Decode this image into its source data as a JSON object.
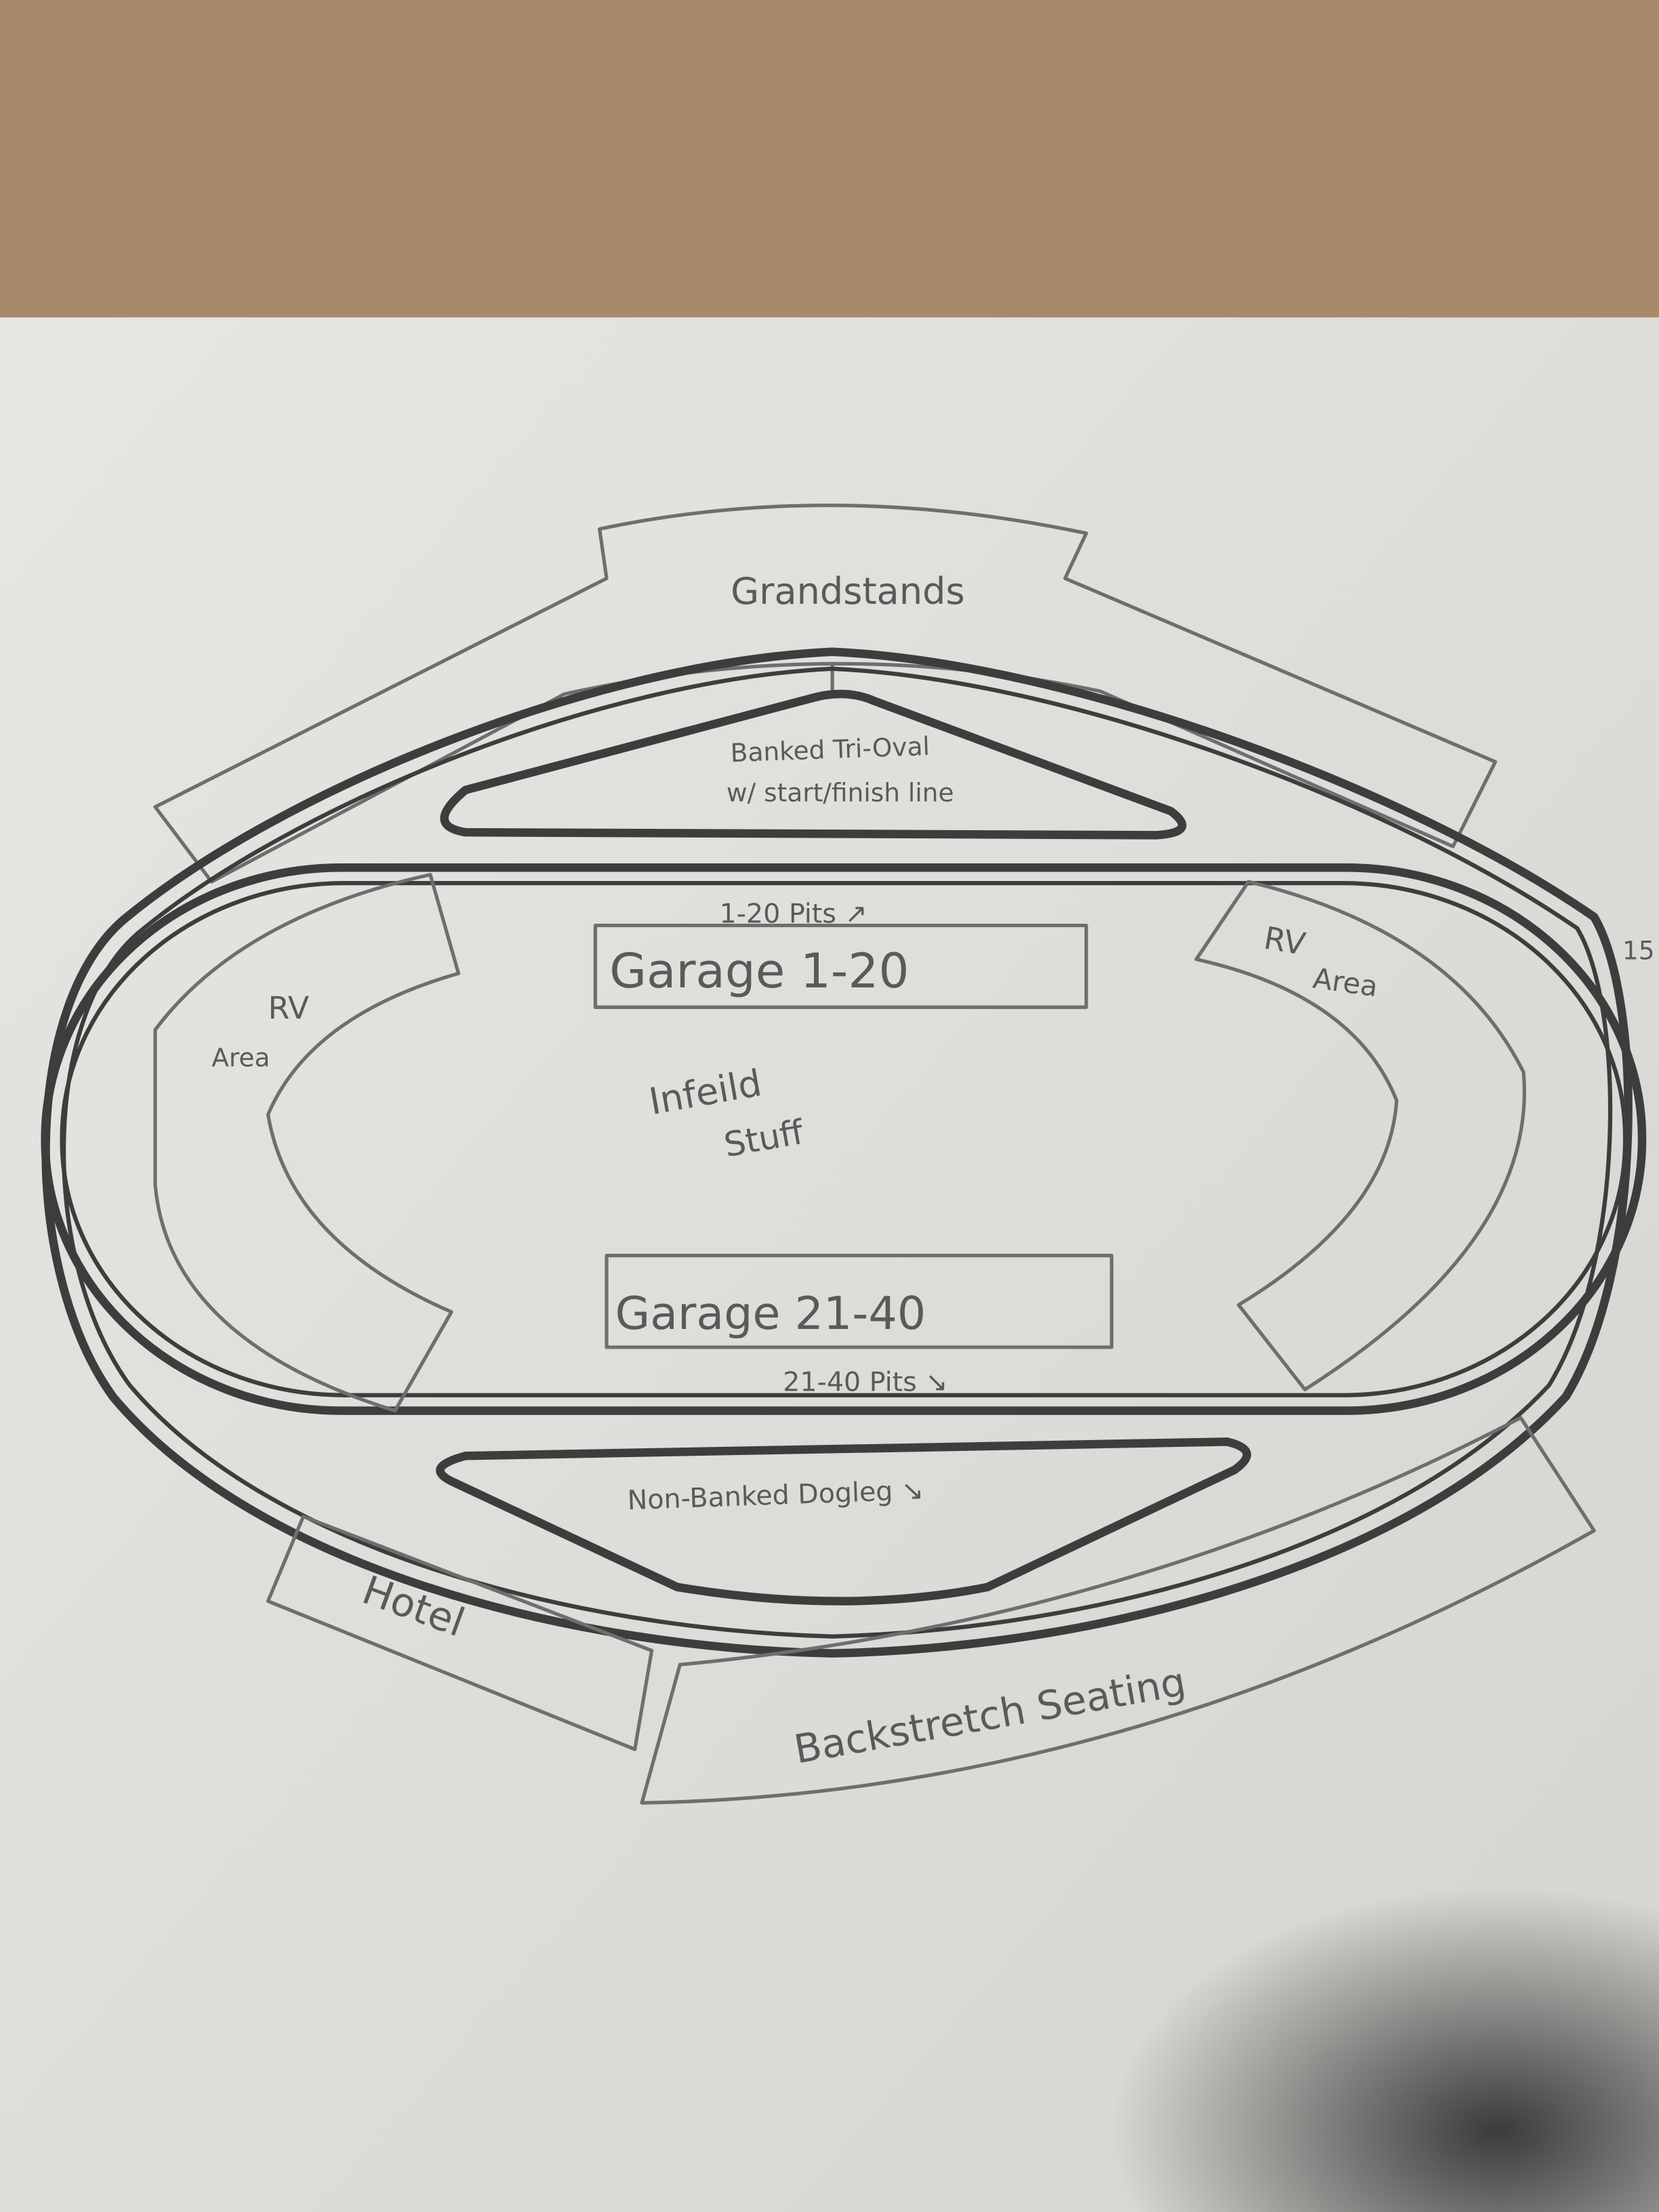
{
  "colors": {
    "cardboard": "#a88a6a",
    "paper": "#e4e2de",
    "pencil_dark": "#3d3d3d",
    "pencil_light": "#6e6e6e"
  },
  "labels": {
    "grandstands": "Grandstands",
    "tri_oval_line1": "Banked Tri-Oval",
    "tri_oval_line2": "w/ start/finish line",
    "pits_top": "1-20 Pits ↗",
    "garage_top": "Garage 1-20",
    "rv_left_1": "RV",
    "rv_left_2": "Area",
    "rv_right_1": "RV",
    "rv_right_2": "Area",
    "infield_1": "Infeild",
    "infield_2": "Stuff",
    "garage_bottom": "Garage 21-40",
    "pits_bottom": "21-40 Pits ↘",
    "dogleg": "Non-Banked Dogleg ↘",
    "hotel": "Hotel",
    "backstretch": "Backstretch Seating",
    "edge_number": "15"
  }
}
